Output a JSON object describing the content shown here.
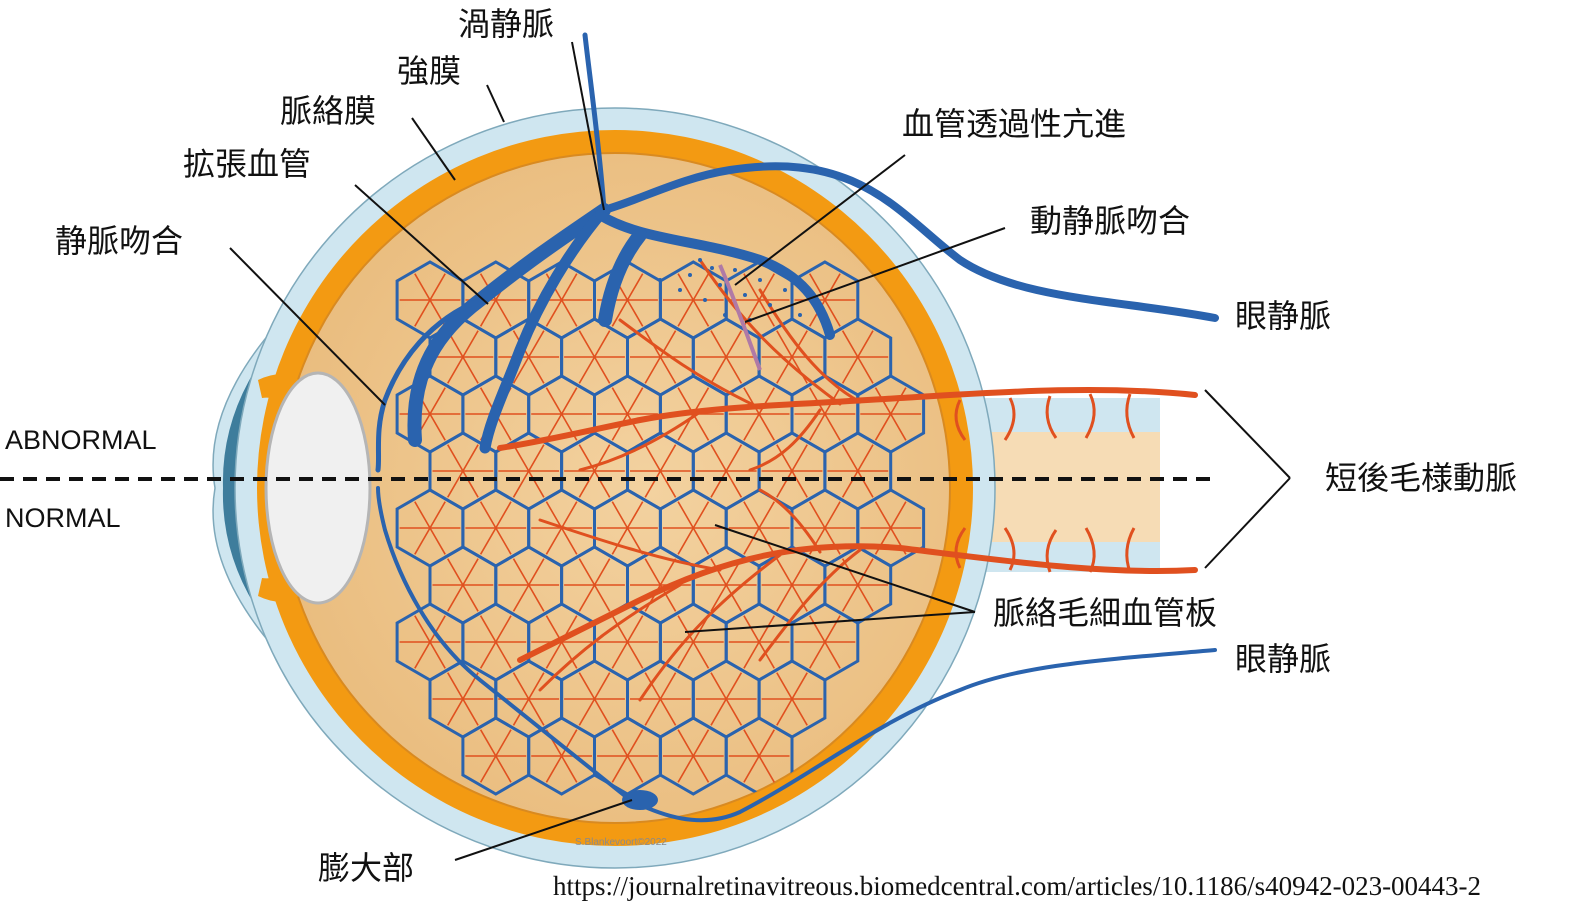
{
  "labels": {
    "vortex_vein": "渦静脈",
    "sclera": "強膜",
    "choroid": "脈絡膜",
    "dilated_vessels": "拡張血管",
    "venous_anastomosis": "静脈吻合",
    "hyperpermeability": "血管透過性亢進",
    "av_anastomosis": "動静脈吻合",
    "ophthalmic_vein_top": "眼静脈",
    "short_posterior_ciliary_arteries": "短後毛様動脈",
    "choriocapillaris": "脈絡毛細血管板",
    "ophthalmic_vein_bottom": "眼静脈",
    "ampulla": "膨大部",
    "abnormal": "ABNORMAL",
    "normal": "NORMAL"
  },
  "credit": "S.Blankevoort©2022",
  "source_url": "https://journalretinavitreous.biomedcentral.com/articles/10.1186/s40942-023-00443-2",
  "colors": {
    "sclera": "#cfe6f0",
    "choroid": "#f39a12",
    "interior": "#f1c98f",
    "vein": "#2a63ae",
    "artery": "#e0501f",
    "nerve": "#f6dcb5"
  }
}
